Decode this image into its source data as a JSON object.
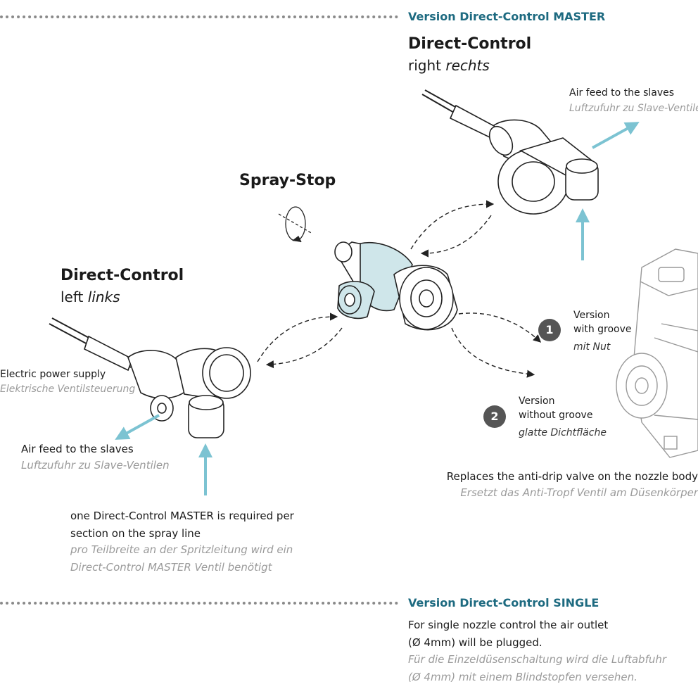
{
  "master": {
    "section_label": "Version Direct-Control MASTER",
    "right": {
      "title": "Direct-Control",
      "sub_en": "right",
      "sub_de": "rechts"
    },
    "left": {
      "title": "Direct-Control",
      "sub_en": "left",
      "sub_de": "links"
    },
    "spray_stop": "Spray-Stop",
    "air_feed_right": {
      "en": "Air feed to the slaves",
      "de": "Luftzufuhr zu Slave-Ventilen"
    },
    "air_feed_left": {
      "en": "Air feed to the slaves",
      "de": "Luftzufuhr zu Slave-Ventilen"
    },
    "power": {
      "en": "Electric power supply",
      "de": "Elektrische Ventilsteuerung"
    },
    "version1": {
      "badge": "1",
      "line1": "Version",
      "line2": "with groove",
      "de": "mit Nut"
    },
    "version2": {
      "badge": "2",
      "line1": "Version",
      "line2": "without groove",
      "de": "glatte Dichtfläche"
    },
    "replaces": {
      "en": "Replaces the anti-drip valve on the nozzle body",
      "de": "Ersetzt das Anti-Tropf Ventil am Düsenkörper"
    },
    "required": {
      "en1": "one Direct-Control MASTER is required per",
      "en2": "section on the spray line",
      "de1": "pro Teilbreite an der Spritzleitung wird ein",
      "de2": "Direct-Control MASTER Ventil benötigt"
    }
  },
  "single": {
    "section_label": "Version Direct-Control SINGLE",
    "en1": "For single nozzle control the air outlet",
    "en2": "(Ø 4mm) will be plugged.",
    "de1": "Für die Einzeldüsenschaltung wird die Luftabfuhr",
    "de2": "(Ø 4mm) mit einem Blindstopfen versehen."
  },
  "colors": {
    "accent": "#1d6a80",
    "arrow": "#7cc3d2",
    "spray_stop_fill": "#cfe6ea",
    "badge": "#555555"
  }
}
